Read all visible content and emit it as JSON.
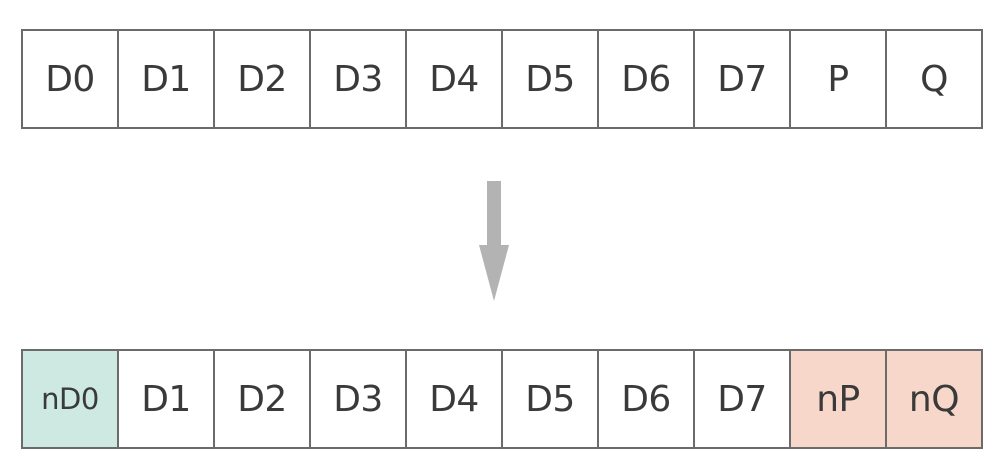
{
  "top_row": {
    "cells": [
      {
        "label": "D0"
      },
      {
        "label": "D1"
      },
      {
        "label": "D2"
      },
      {
        "label": "D3"
      },
      {
        "label": "D4"
      },
      {
        "label": "D5"
      },
      {
        "label": "D6"
      },
      {
        "label": "D7"
      },
      {
        "label": "P"
      },
      {
        "label": "Q"
      }
    ]
  },
  "bottom_row": {
    "cells": [
      {
        "label": "nD0",
        "highlight": "#cde9e1"
      },
      {
        "label": "D1"
      },
      {
        "label": "D2"
      },
      {
        "label": "D3"
      },
      {
        "label": "D4"
      },
      {
        "label": "D5"
      },
      {
        "label": "D6"
      },
      {
        "label": "D7"
      },
      {
        "label": "nP",
        "highlight": "#f8d7cb"
      },
      {
        "label": "nQ",
        "highlight": "#f8d7cb"
      }
    ]
  },
  "arrow": {
    "icon": "down-arrow-icon",
    "color": "#b3b3b3"
  }
}
